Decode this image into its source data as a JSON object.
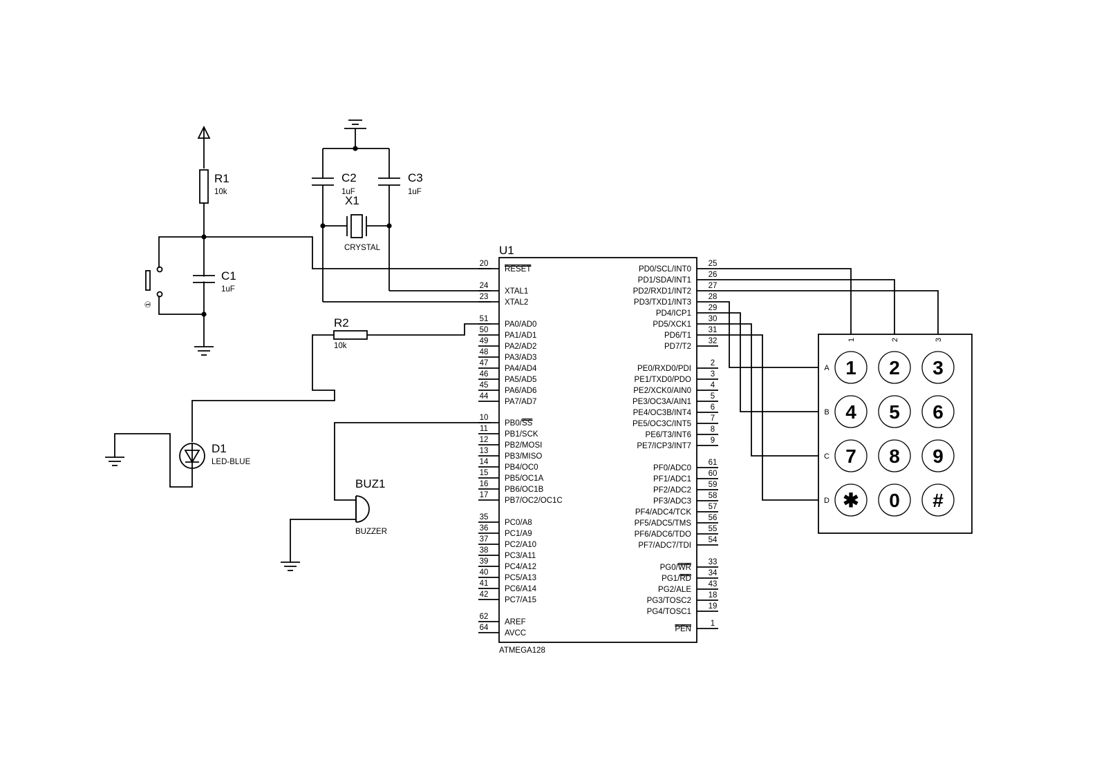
{
  "components": {
    "r1": {
      "ref": "R1",
      "value": "10k"
    },
    "r2": {
      "ref": "R2",
      "value": "10k"
    },
    "c1": {
      "ref": "C1",
      "value": "1uF"
    },
    "c2": {
      "ref": "C2",
      "value": "1uF"
    },
    "c3": {
      "ref": "C3",
      "value": "1uF"
    },
    "x1": {
      "ref": "X1",
      "value": "CRYSTAL"
    },
    "d1": {
      "ref": "D1",
      "value": "LED-BLUE"
    },
    "buz1": {
      "ref": "BUZ1",
      "value": "BUZZER"
    },
    "u1": {
      "ref": "U1",
      "value": "ATMEGA128"
    }
  },
  "u1_left_pins": [
    {
      "num": "20",
      "name": "RESET",
      "overbar": true
    },
    {
      "num": "24",
      "name": "XTAL1"
    },
    {
      "num": "23",
      "name": "XTAL2"
    },
    {
      "num": "51",
      "name": "PA0/AD0"
    },
    {
      "num": "50",
      "name": "PA1/AD1"
    },
    {
      "num": "49",
      "name": "PA2/AD2"
    },
    {
      "num": "48",
      "name": "PA3/AD3"
    },
    {
      "num": "47",
      "name": "PA4/AD4"
    },
    {
      "num": "46",
      "name": "PA5/AD5"
    },
    {
      "num": "45",
      "name": "PA6/AD6"
    },
    {
      "num": "44",
      "name": "PA7/AD7"
    },
    {
      "num": "10",
      "name": "PB0/SS",
      "overbar_part": "SS"
    },
    {
      "num": "11",
      "name": "PB1/SCK"
    },
    {
      "num": "12",
      "name": "PB2/MOSI"
    },
    {
      "num": "13",
      "name": "PB3/MISO"
    },
    {
      "num": "14",
      "name": "PB4/OC0"
    },
    {
      "num": "15",
      "name": "PB5/OC1A"
    },
    {
      "num": "16",
      "name": "PB6/OC1B"
    },
    {
      "num": "17",
      "name": "PB7/OC2/OC1C"
    },
    {
      "num": "35",
      "name": "PC0/A8"
    },
    {
      "num": "36",
      "name": "PC1/A9"
    },
    {
      "num": "37",
      "name": "PC2/A10"
    },
    {
      "num": "38",
      "name": "PC3/A11"
    },
    {
      "num": "39",
      "name": "PC4/A12"
    },
    {
      "num": "40",
      "name": "PC5/A13"
    },
    {
      "num": "41",
      "name": "PC6/A14"
    },
    {
      "num": "42",
      "name": "PC7/A15"
    },
    {
      "num": "62",
      "name": "AREF"
    },
    {
      "num": "64",
      "name": "AVCC"
    }
  ],
  "u1_right_pins": [
    {
      "num": "25",
      "name": "PD0/SCL/INT0"
    },
    {
      "num": "26",
      "name": "PD1/SDA/INT1"
    },
    {
      "num": "27",
      "name": "PD2/RXD1/INT2"
    },
    {
      "num": "28",
      "name": "PD3/TXD1/INT3"
    },
    {
      "num": "29",
      "name": "PD4/ICP1"
    },
    {
      "num": "30",
      "name": "PD5/XCK1"
    },
    {
      "num": "31",
      "name": "PD6/T1"
    },
    {
      "num": "32",
      "name": "PD7/T2"
    },
    {
      "num": "2",
      "name": "PE0/RXD0/PDI"
    },
    {
      "num": "3",
      "name": "PE1/TXD0/PDO"
    },
    {
      "num": "4",
      "name": "PE2/XCK0/AIN0"
    },
    {
      "num": "5",
      "name": "PE3/OC3A/AIN1"
    },
    {
      "num": "6",
      "name": "PE4/OC3B/INT4"
    },
    {
      "num": "7",
      "name": "PE5/OC3C/INT5"
    },
    {
      "num": "8",
      "name": "PE6/T3/INT6"
    },
    {
      "num": "9",
      "name": "PE7/ICP3/INT7"
    },
    {
      "num": "61",
      "name": "PF0/ADC0"
    },
    {
      "num": "60",
      "name": "PF1/ADC1"
    },
    {
      "num": "59",
      "name": "PF2/ADC2"
    },
    {
      "num": "58",
      "name": "PF3/ADC3"
    },
    {
      "num": "57",
      "name": "PF4/ADC4/TCK"
    },
    {
      "num": "56",
      "name": "PF5/ADC5/TMS"
    },
    {
      "num": "55",
      "name": "PF6/ADC6/TDO"
    },
    {
      "num": "54",
      "name": "PF7/ADC7/TDI"
    },
    {
      "num": "33",
      "name": "PG0/WR",
      "overbar_part": "WR"
    },
    {
      "num": "34",
      "name": "PG1/RD",
      "overbar_part": "RD"
    },
    {
      "num": "43",
      "name": "PG2/ALE"
    },
    {
      "num": "18",
      "name": "PG3/TOSC2"
    },
    {
      "num": "19",
      "name": "PG4/TOSC1"
    },
    {
      "num": "1",
      "name": "PEN",
      "overbar": true
    }
  ],
  "keypad": {
    "col_labels": [
      "1",
      "2",
      "3"
    ],
    "row_labels": [
      "A",
      "B",
      "C",
      "D"
    ],
    "keys": [
      "1",
      "2",
      "3",
      "4",
      "5",
      "6",
      "7",
      "8",
      "9",
      "✱",
      "0",
      "#"
    ]
  },
  "switch_label": "①"
}
